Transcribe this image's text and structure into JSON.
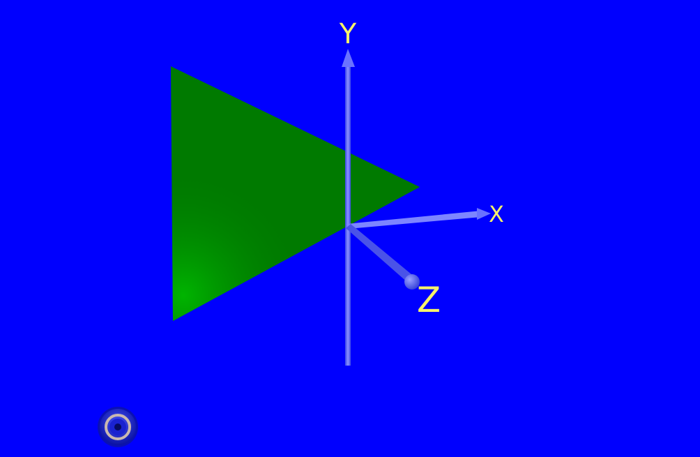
{
  "scene": {
    "background_color": "#0000fe",
    "shape": {
      "type": "cone",
      "color": "#007a00"
    },
    "axes": {
      "color": "#5a64ff",
      "label_color": "#f6f26a",
      "x_label": "X",
      "y_label": "Y",
      "z_label": "Z"
    }
  },
  "controls": {
    "navigation_icon": "target-icon"
  }
}
